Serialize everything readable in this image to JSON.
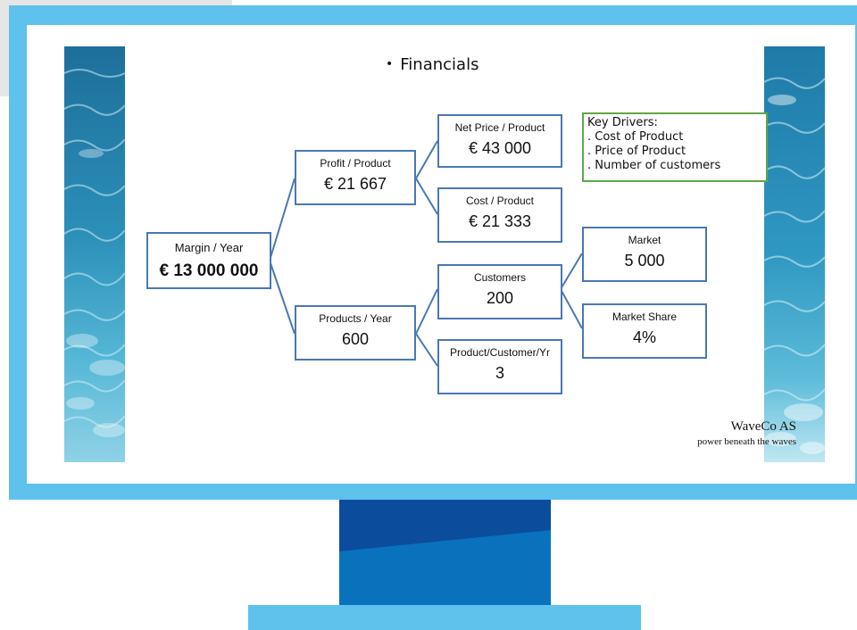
{
  "slide": {
    "title": "Financials"
  },
  "tree": {
    "root": {
      "label": "Margin / Year",
      "value": "€ 13 000 000"
    },
    "profit": {
      "label": "Profit / Product",
      "value": "€ 21 667"
    },
    "net_price": {
      "label": "Net Price / Product",
      "value": "€ 43 000"
    },
    "cost": {
      "label": "Cost / Product",
      "value": "€ 21 333"
    },
    "products": {
      "label": "Products / Year",
      "value": "600"
    },
    "customers": {
      "label": "Customers",
      "value": "200"
    },
    "ppc": {
      "label": "Product/Customer/Yr",
      "value": "3"
    },
    "market": {
      "label": "Market",
      "value": "5 000"
    },
    "market_share": {
      "label": "Market Share",
      "value": "4%"
    }
  },
  "key_drivers": {
    "title": "Key Drivers:",
    "items": [
      ". Cost of Product",
      ". Price of Product",
      ". Number of customers"
    ]
  },
  "company": {
    "name": "WaveCo AS",
    "tagline": "power beneath the waves"
  },
  "colors": {
    "frame": "#5ec2ec",
    "node_border": "#4a78b4",
    "connector": "#4a78b4",
    "drivers_border": "#5fa648",
    "stand": "#0a72bd",
    "stand_dark": "#0b4c9c"
  }
}
